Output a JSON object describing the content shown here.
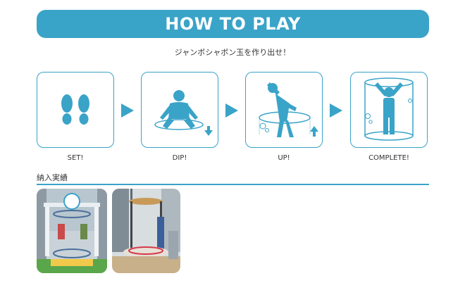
{
  "header": {
    "title": "HOW TO PLAY"
  },
  "subtitle": "ジャンボシャボン玉を作り出せ！",
  "steps": [
    {
      "label": "SET!",
      "icon": "footprints-icon"
    },
    {
      "label": "DIP!",
      "icon": "person-squat-down-icon"
    },
    {
      "label": "UP!",
      "icon": "person-lift-up-icon"
    },
    {
      "label": "COMPLETE!",
      "icon": "person-bubble-complete-icon"
    }
  ],
  "section": {
    "heading": "納入実績"
  },
  "photos": [
    {
      "icon": "installation-photo-1"
    },
    {
      "icon": "installation-photo-2"
    }
  ],
  "colors": {
    "accent": "#3aa3c8",
    "text": "#333333",
    "background": "#ffffff"
  }
}
